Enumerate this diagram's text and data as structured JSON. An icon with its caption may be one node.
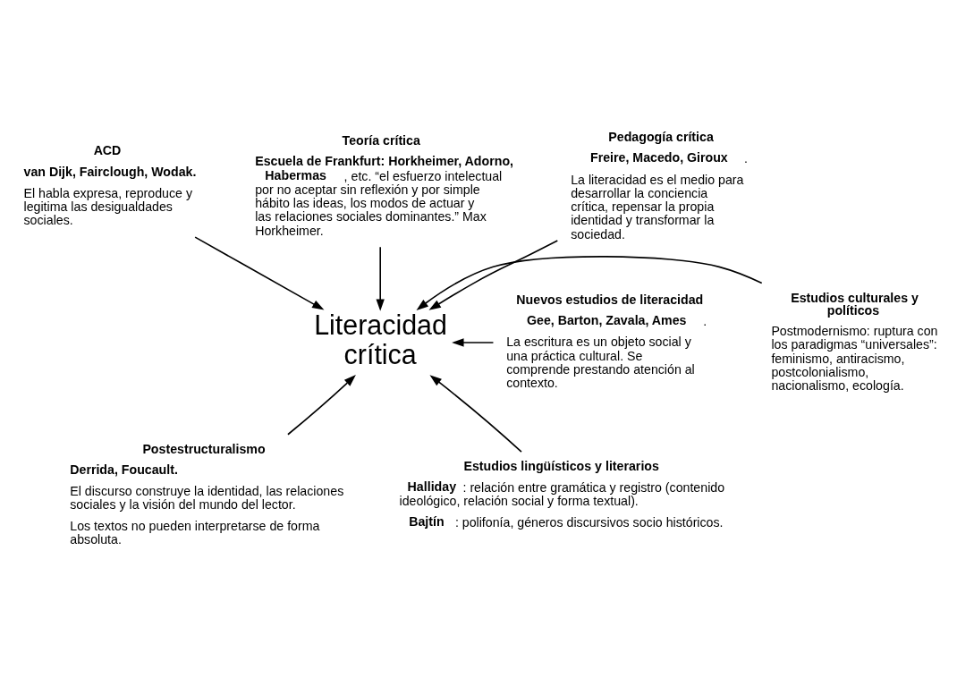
{
  "diagram": {
    "nodes": [
      {
        "text": [
          "Literacidad crítica"
        ]
      },
      {
        "text": [
          "Teoría crítica",
          "**Escuela de Frankfurt: Horkheimer, Adorno, Habermas**, etc. “el esfuerzo intelectual por no aceptar sin reflexión y por simple hábito las ideas, los modos de actuar y las relaciones sociales dominantes.” Max Horkheimer."
        ]
      },
      {
        "text": [
          "ACD",
          "van Dijk, Fairclough, Wodak.",
          "El habla expresa, reproduce y legitima las desigualdades sociales."
        ]
      },
      {
        "text": [
          "Pedagogía crítica",
          "**Freire, Macedo, Giroux**.",
          "La literacidad es el medio para desarrollar la conciencia crítica, repensar la propia identidad y transformar la sociedad."
        ]
      },
      {
        "text": [
          "Nuevos estudios de literacidad",
          "**Gee, Barton, Zavala, Ames**.",
          "La escritura es un objeto social y una práctica cultural. Se comprende prestando atención al contexto."
        ]
      },
      {
        "text": [
          "Estudios culturales y políticos",
          "Postmodernismo: ruptura con los paradigmas “universales”: feminismo, antiracismo, postcolonialismo, nacionalismo, ecología."
        ]
      },
      {
        "text": [
          "Postestructuralismo",
          "Derrida, Foucault.",
          "El discurso construye la identidad, las relaciones sociales y la visión del mundo del lector.",
          "Los textos no pueden interpretarse de forma absoluta."
        ]
      },
      {
        "text": [
          "Estudios lingüísticos y literarios",
          "**Halliday**: relación entre gramática y registro (contenido ideológico, relación social y forma textual).",
          "**Bajtín**: polifonía, géneros discursivos socio históricos."
        ]
      }
    ],
    "edges": [
      {
        "from": 2,
        "to": 0,
        "arrow": "to"
      },
      {
        "from": 1,
        "to": 0,
        "arrow": "to"
      },
      {
        "from": 3,
        "to": 0,
        "arrow": "to"
      },
      {
        "from": 4,
        "to": 0,
        "arrow": "to"
      },
      {
        "from": 5,
        "to": 0,
        "arrow": "to"
      },
      {
        "from": 6,
        "to": 0,
        "arrow": "to"
      },
      {
        "from": 7,
        "to": 0,
        "arrow": "to"
      }
    ]
  }
}
